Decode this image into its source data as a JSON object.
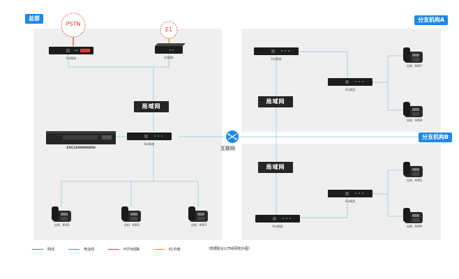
{
  "tags": {
    "hq": "总部",
    "branch_a": "分支机构A",
    "branch_b": "分支机构B"
  },
  "bubbles": {
    "pstn": "PSTN",
    "e1": "E1"
  },
  "lan_boxes": {
    "hq": "局域网",
    "a": "局域网",
    "b": "局域网"
  },
  "internet": "互联网",
  "devices": {
    "hq_gw_pstn": "2口网关",
    "hq_gw_e1": "E1网关",
    "hq_server": "XUC1000000000",
    "hq_gw_main": "S口网关",
    "a_gw_top": "O口网关",
    "a_gw_mid": "S口网关",
    "b_gw_mid": "S口网关",
    "b_gw_bottom": "O口网关"
  },
  "phones": {
    "hq_1": "分机：8001",
    "hq_2": "分机：8002",
    "hq_3": "分机：8003",
    "a_1": "分机：8007",
    "a_2": "分机：8008",
    "b_1": "分机：8005",
    "b_2": "分机：8006"
  },
  "legend": [
    {
      "label": "网线",
      "color": "#1e88e5"
    },
    {
      "label": "电话线",
      "color": "#26a69a"
    },
    {
      "label": "PSTN线路",
      "color": "#e53935"
    },
    {
      "label": "E1中继",
      "color": "#fb8c00"
    }
  ],
  "caption": "（数据联合公司组网拓扑图）",
  "colors": {
    "net_line": "#a7d0d8",
    "pstn": "#e53935",
    "e1": "#fb8c00",
    "panel": "#efefef",
    "tag": "#1e88e5"
  }
}
